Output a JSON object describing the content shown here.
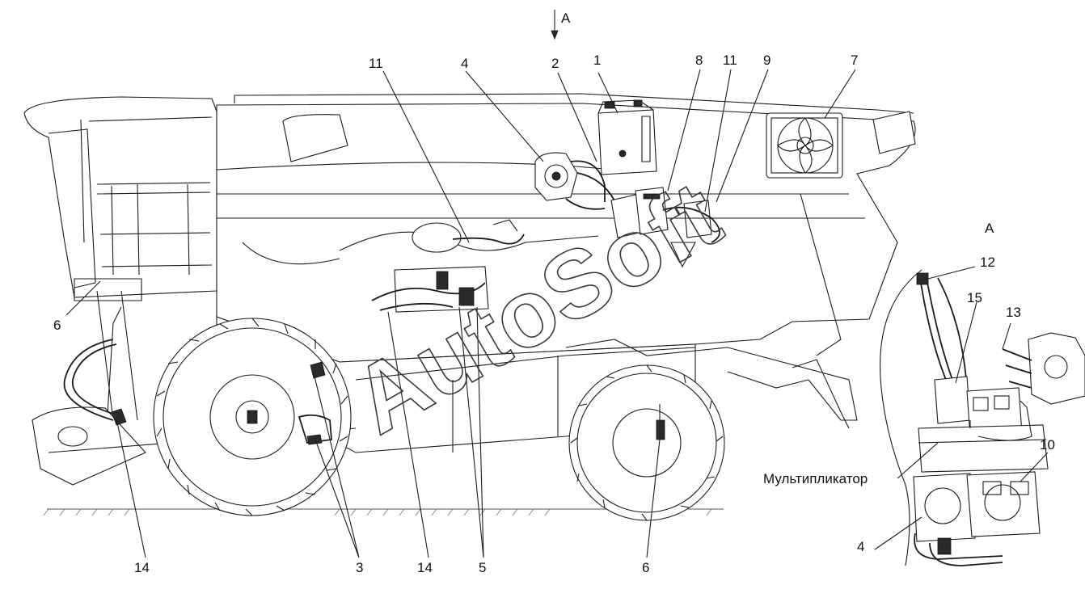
{
  "view": {
    "marker": "A",
    "detail_title": "A"
  },
  "callouts": {
    "c1": "1",
    "c2": "2",
    "c3": "3",
    "c4_top": "4",
    "c4_detail": "4",
    "c5": "5",
    "c6_left": "6",
    "c6_bottom": "6",
    "c7": "7",
    "c8": "8",
    "c9": "9",
    "c10": "10",
    "c11_left": "11",
    "c11_right": "11",
    "c12": "12",
    "c13": "13",
    "c14_left": "14",
    "c14_mid": "14",
    "c15": "15"
  },
  "labels": {
    "multiplier": "Мультипликатор"
  },
  "watermark": "AutoSoft"
}
